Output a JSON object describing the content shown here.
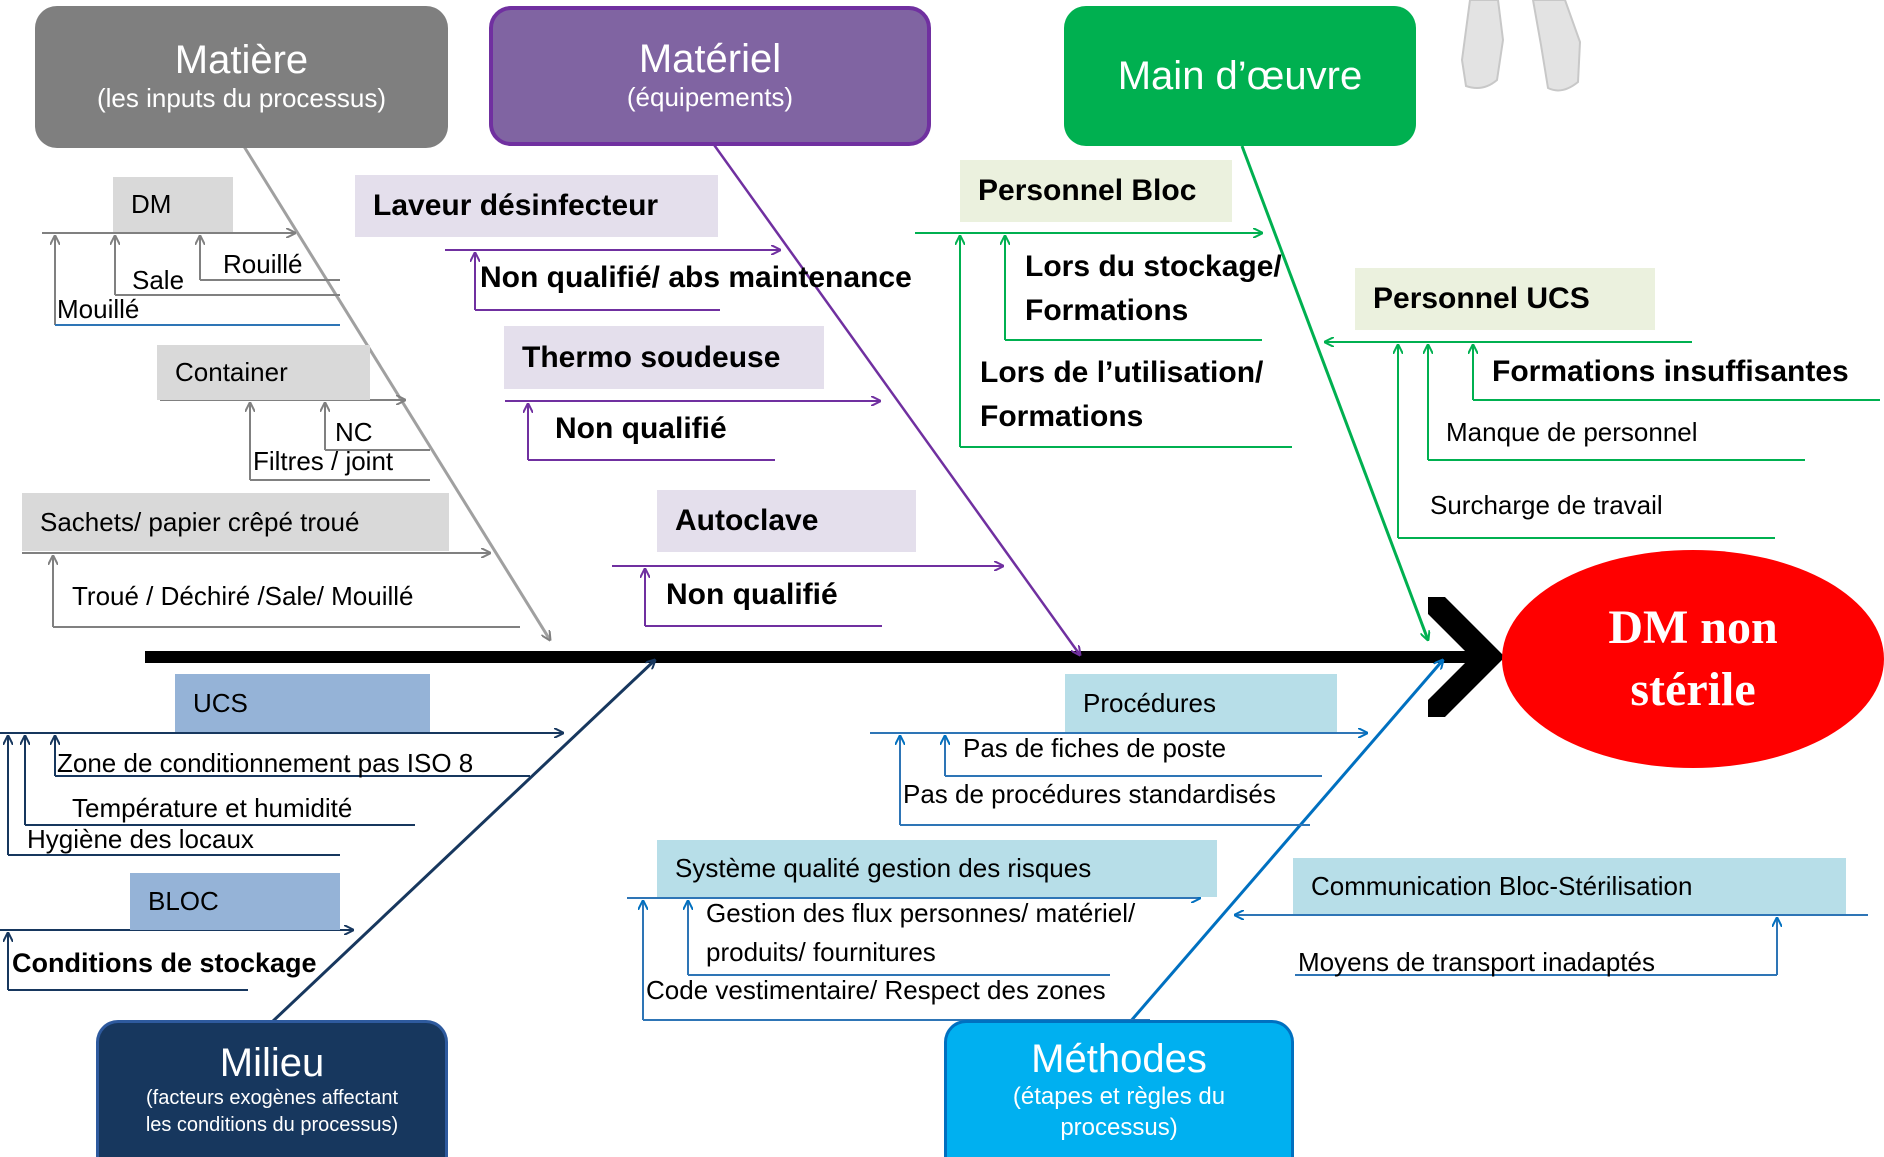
{
  "effect": {
    "line1": "DM non",
    "line2": "stérile",
    "color": "#ff0000"
  },
  "categories": {
    "matiere": {
      "title": "Matière",
      "subtitle": "(les inputs du processus)",
      "color": "#7f7f7f"
    },
    "materiel": {
      "title": "Matériel",
      "subtitle": "(équipements)",
      "color": "#8064a2"
    },
    "main_oeuvre": {
      "title": "Main d’œuvre",
      "color": "#00b050"
    },
    "milieu": {
      "title": "Milieu",
      "subtitle_line1": "(facteurs exogènes affectant",
      "subtitle_line2": "les conditions du processus)",
      "color": "#17375e"
    },
    "methodes": {
      "title": "Méthodes",
      "subtitle_line1": "(étapes et règles du",
      "subtitle_line2": "processus)",
      "color": "#00b0f0"
    }
  },
  "matiere_causes": {
    "dm": {
      "label": "DM",
      "items": [
        "Rouillé",
        "Sale",
        "Mouillé"
      ]
    },
    "container": {
      "label": "Container",
      "items": [
        "NC",
        "Filtres  / joint"
      ]
    },
    "sachets": {
      "label": "Sachets/ papier crêpé troué",
      "items": [
        "Troué / Déchiré /Sale/ Mouillé"
      ]
    }
  },
  "materiel_causes": {
    "laveur": {
      "label": "Laveur désinfecteur",
      "items": [
        "Non qualifié/ abs maintenance"
      ]
    },
    "thermo": {
      "label": "Thermo soudeuse",
      "items": [
        "Non qualifié"
      ]
    },
    "autoclave": {
      "label": "Autoclave",
      "items": [
        "Non qualifié"
      ]
    }
  },
  "main_oeuvre_causes": {
    "bloc": {
      "label": "Personnel Bloc",
      "items": [
        "Lors du stockage/",
        "Formations",
        "Lors de l’utilisation/",
        "Formations"
      ]
    },
    "ucs": {
      "label": "Personnel UCS",
      "items": [
        "Formations insuffisantes",
        "Manque de personnel",
        "Surcharge de travail"
      ]
    }
  },
  "milieu_causes": {
    "ucs": {
      "label": "UCS",
      "items": [
        "Zone de conditionnement pas ISO 8",
        "Température et humidité",
        "Hygiène des locaux"
      ]
    },
    "bloc": {
      "label": "BLOC",
      "items": [
        "Conditions de stockage"
      ]
    }
  },
  "methodes_causes": {
    "procedures": {
      "label": "Procédures",
      "items": [
        "Pas de fiches de poste",
        "Pas de procédures standardisés"
      ]
    },
    "qualite": {
      "label": "Système qualité gestion des risques",
      "items": [
        "Gestion des flux personnes/ matériel/",
        "produits/ fournitures",
        "Code vestimentaire/ Respect des zones"
      ]
    },
    "communication": {
      "label": "Communication Bloc-Stérilisation",
      "items": [
        "Moyens de transport inadaptés"
      ]
    }
  }
}
